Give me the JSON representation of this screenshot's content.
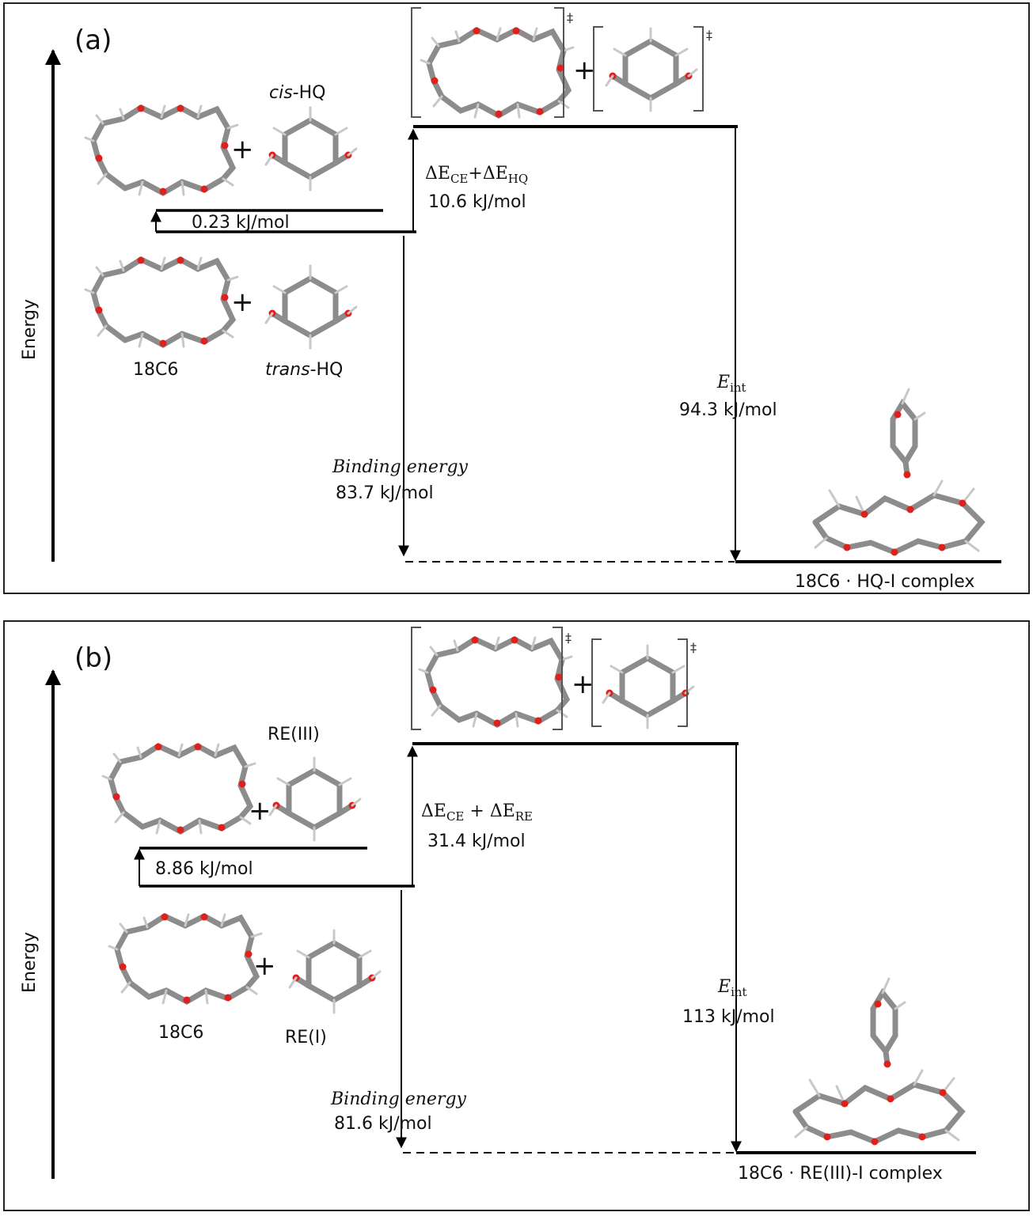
{
  "panels": [
    {
      "label": "(a)",
      "y_axis_label": "Energy",
      "upper_species": {
        "ring": "",
        "molecule": "cis-HQ"
      },
      "lower_species": {
        "ring": "18C6",
        "molecule_prefix": "trans",
        "molecule_suffix": "-HQ"
      },
      "upper_molecule_prefix": "cis",
      "upper_molecule_suffix": "-HQ",
      "conformer_gap": "0.23 kJ/mol",
      "deformation_label": {
        "d1": "ΔE",
        "s1": "CE",
        "plus": "+",
        "d2": "ΔE",
        "s2": "HQ"
      },
      "deformation_value": "10.6 kJ/mol",
      "interaction_label": {
        "main": "E",
        "sub": "int"
      },
      "interaction_value": "94.3 kJ/mol",
      "binding_label": "Binding energy",
      "binding_value": "83.7 kJ/mol",
      "complex_label": "18C6 · HQ-I complex",
      "dagger": "‡"
    },
    {
      "label": "(b)",
      "y_axis_label": "Energy",
      "upper_molecule": "RE(III)",
      "lower_ring": "18C6",
      "lower_molecule": "RE(I)",
      "conformer_gap": "8.86 kJ/mol",
      "deformation_label": {
        "d1": "ΔE",
        "s1": "CE",
        "plus": " + ",
        "d2": "ΔE",
        "s2": "RE"
      },
      "deformation_value": "31.4 kJ/mol",
      "interaction_label": {
        "main": "E",
        "sub": "int"
      },
      "interaction_value": "113 kJ/mol",
      "binding_label": "Binding energy",
      "binding_value": "81.6 kJ/mol",
      "complex_label": "18C6 · RE(III)-I complex",
      "dagger": "‡"
    }
  ],
  "colors": {
    "oxygen": "#e0201c",
    "carbon_bond": "#8c8c8c",
    "hydrogen_bond": "#c8c8c8",
    "line": "#000000"
  },
  "plus_sign": "+"
}
